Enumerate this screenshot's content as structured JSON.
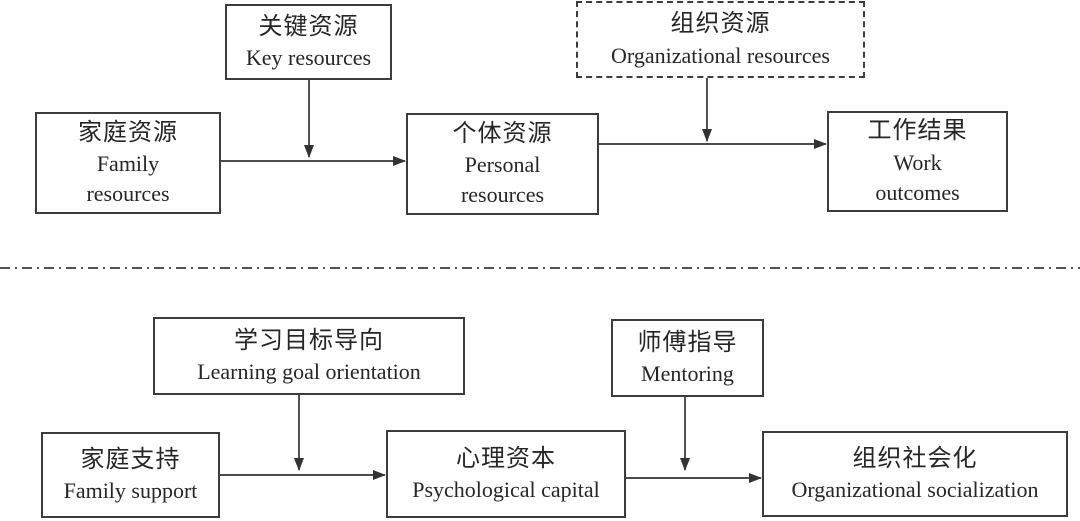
{
  "figure": {
    "background": "#ffffff",
    "text_color": "#262626",
    "line_color": "#333333",
    "divider_style": "dash-dot"
  },
  "top_section": {
    "key_resources": {
      "zh": "关键资源",
      "en": "Key resources"
    },
    "organizational_resources": {
      "zh": "组织资源",
      "en": "Organizational resources"
    },
    "family_resources": {
      "zh": "家庭资源",
      "en": "Family\nresources"
    },
    "personal_resources": {
      "zh": "个体资源",
      "en": "Personal\nresources"
    },
    "work_outcomes": {
      "zh": "工作结果",
      "en": "Work\noutcomes"
    }
  },
  "bottom_section": {
    "learning_goal_orientation": {
      "zh": "学习目标导向",
      "en": "Learning goal orientation"
    },
    "mentoring": {
      "zh": "师傅指导",
      "en": "Mentoring"
    },
    "family_support": {
      "zh": "家庭支持",
      "en": "Family support"
    },
    "psychological_capital": {
      "zh": "心理资本",
      "en": "Psychological capital"
    },
    "organizational_socialization": {
      "zh": "组织社会化",
      "en": "Organizational socialization"
    }
  },
  "connections": [
    {
      "from": "family_resources",
      "to": "personal_resources",
      "type": "direct-arrow"
    },
    {
      "from": "key_resources",
      "to": "family_resources->personal_resources",
      "type": "moderation-arrow"
    },
    {
      "from": "personal_resources",
      "to": "work_outcomes",
      "type": "direct-arrow"
    },
    {
      "from": "organizational_resources",
      "to": "personal_resources->work_outcomes",
      "type": "moderation-arrow"
    },
    {
      "from": "family_support",
      "to": "psychological_capital",
      "type": "direct-arrow"
    },
    {
      "from": "learning_goal_orientation",
      "to": "family_support->psychological_capital",
      "type": "moderation-arrow"
    },
    {
      "from": "psychological_capital",
      "to": "organizational_socialization",
      "type": "direct-arrow"
    },
    {
      "from": "mentoring",
      "to": "psychological_capital->organizational_socialization",
      "type": "moderation-arrow"
    }
  ]
}
